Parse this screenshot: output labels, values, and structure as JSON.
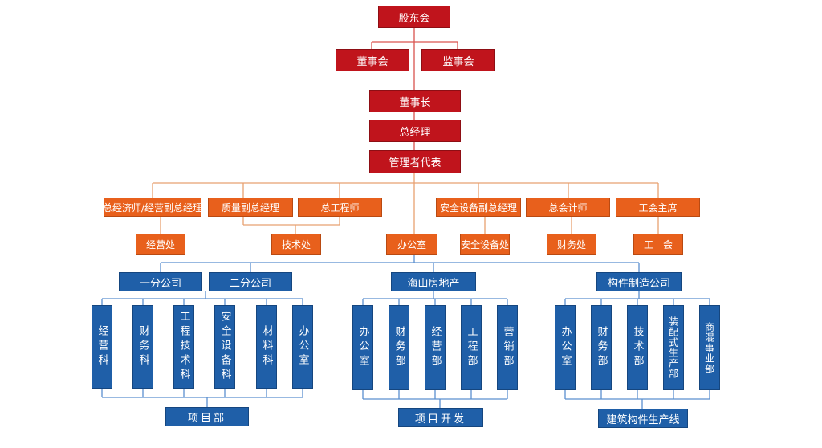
{
  "top": {
    "shareholders": "股东会",
    "board": "董事会",
    "supervisors": "监事会",
    "chairman": "董事长",
    "gm": "总经理",
    "mgmt_rep": "管理者代表"
  },
  "vps": {
    "chief_economist": "总经济师/经营副总经理",
    "quality_vp": "质量副总经理",
    "chief_engineer": "总工程师",
    "safety_vp": "安全设备副总经理",
    "chief_accountant": "总会计师",
    "union_chair": "工会主席"
  },
  "depts": {
    "business": "经营处",
    "tech": "技术处",
    "office": "办公室",
    "safety": "安全设备处",
    "finance": "财务处",
    "union": "工　会"
  },
  "subsidiaries": {
    "branch1": "一分公司",
    "branch2": "二分公司",
    "realestate": "海山房地产",
    "manufacturing": "构件制造公司"
  },
  "branch_units": [
    "经营科",
    "财务科",
    "工程技术科",
    "安全设备科",
    "材料科",
    "办公室"
  ],
  "realestate_units": [
    "办公室",
    "财务部",
    "经营部",
    "工程部",
    "营销部"
  ],
  "manufacturing_units": [
    "办公室",
    "财务部",
    "技术部",
    "装配式生产部",
    "商混事业部"
  ],
  "bottom": {
    "project_dept": "项目部",
    "project_dev": "项目开发",
    "production_line": "建筑构件生产线"
  },
  "colors": {
    "leadership": "#c0141c",
    "management": "#e8601c",
    "operations": "#1f5fa8",
    "line_red": "#d9534f",
    "line_orange": "#e8a070",
    "line_blue": "#5b8fcf"
  }
}
